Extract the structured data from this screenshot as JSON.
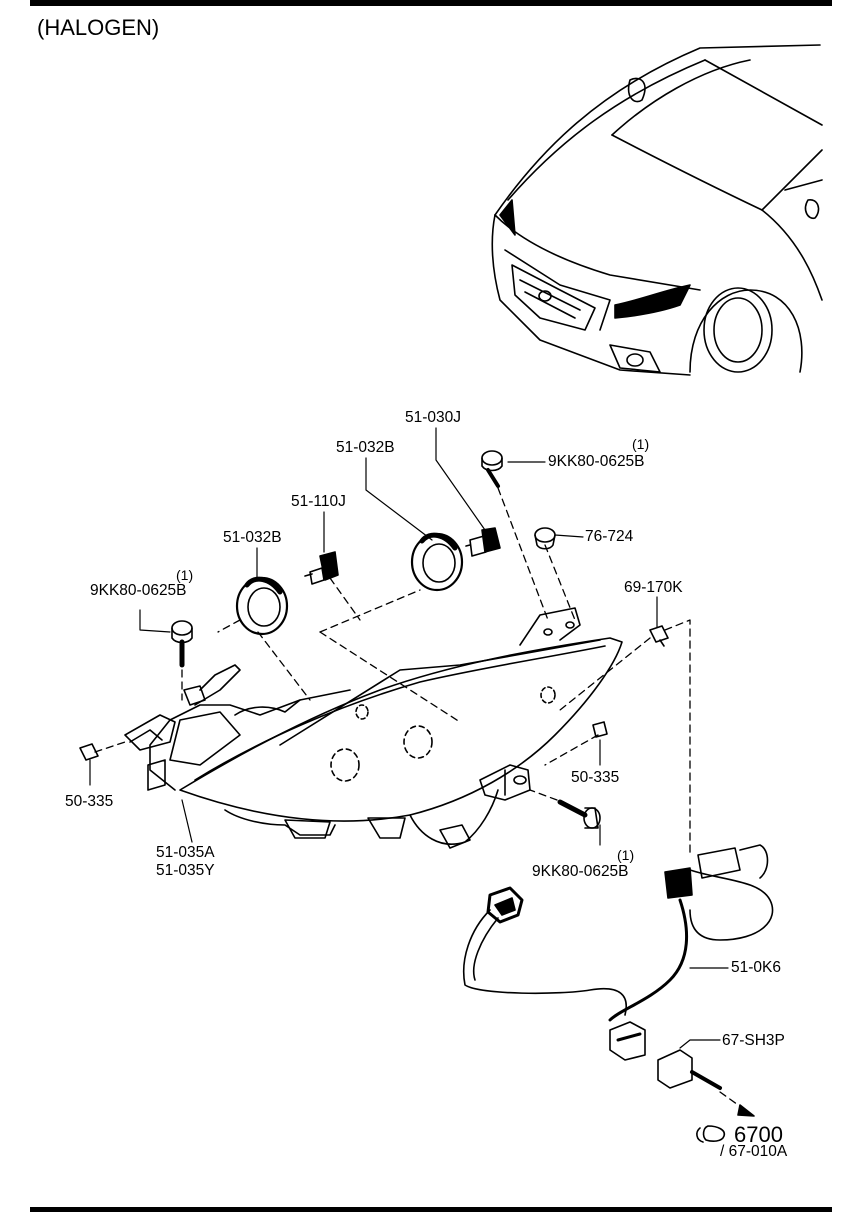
{
  "diagram": {
    "heading": "(HALOGEN)",
    "labels": {
      "bolt_top": "9KK80-0625B",
      "bolt_top_qty": "(1)",
      "bolt_left": "9KK80-0625B",
      "bolt_left_qty": "(1)",
      "bolt_lower": "9KK80-0625B",
      "bolt_lower_qty": "(1)",
      "bulb_socket": "51-030J",
      "cap_large": "51-032B",
      "cap_small": "51-032B",
      "side_bulb": "51-110J",
      "plug": "76-724",
      "side_marker": "69-170K",
      "clip_left": "50-335",
      "clip_right": "50-335",
      "headlamp_a": "51-035A",
      "headlamp_y": "51-035Y",
      "harness": "51-0K6",
      "connector": "67-SH3P",
      "ref_big": "6700",
      "ref_sub": "/ 67-010A"
    }
  }
}
